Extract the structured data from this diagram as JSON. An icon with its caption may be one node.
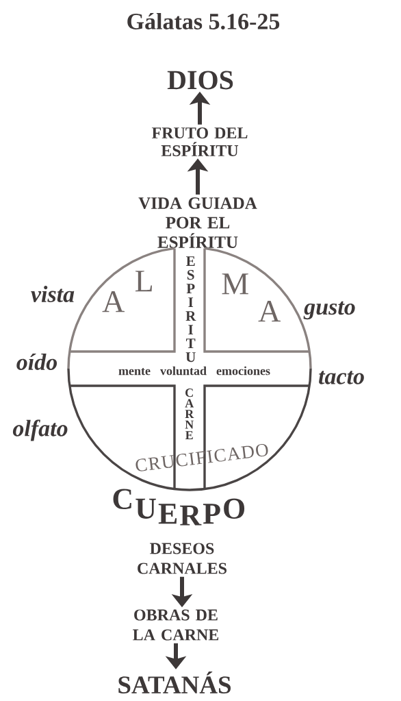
{
  "diagram": {
    "title": "Gálatas 5.16-25",
    "nodes": [
      {
        "text": [
          "DIOS"
        ]
      },
      {
        "text": [
          "FRUTO DEL ESPÍRITU"
        ]
      },
      {
        "text": [
          "VIDA GUIADA POR EL ESPÍRITU"
        ]
      },
      {
        "text": [
          "AL",
          "ESPIRITU",
          "MA",
          "mente voluntad emociones",
          "CARNE",
          "CRUCIFICADO",
          "CUERPO"
        ],
        "beside": [
          "vista",
          "gusto",
          "oído",
          "tacto",
          "olfato"
        ]
      },
      {
        "text": [
          "DESEOS CARNALES"
        ]
      },
      {
        "text": [
          "OBRAS DE LA CARNE"
        ]
      },
      {
        "text": [
          "SATANÁS"
        ]
      }
    ],
    "edges": [
      {
        "from": 1,
        "to": 0,
        "arrow": "to"
      },
      {
        "from": 2,
        "to": 1,
        "arrow": "to"
      },
      {
        "from": 4,
        "to": 5,
        "arrow": "to"
      },
      {
        "from": 5,
        "to": 6,
        "arrow": "to"
      }
    ]
  }
}
